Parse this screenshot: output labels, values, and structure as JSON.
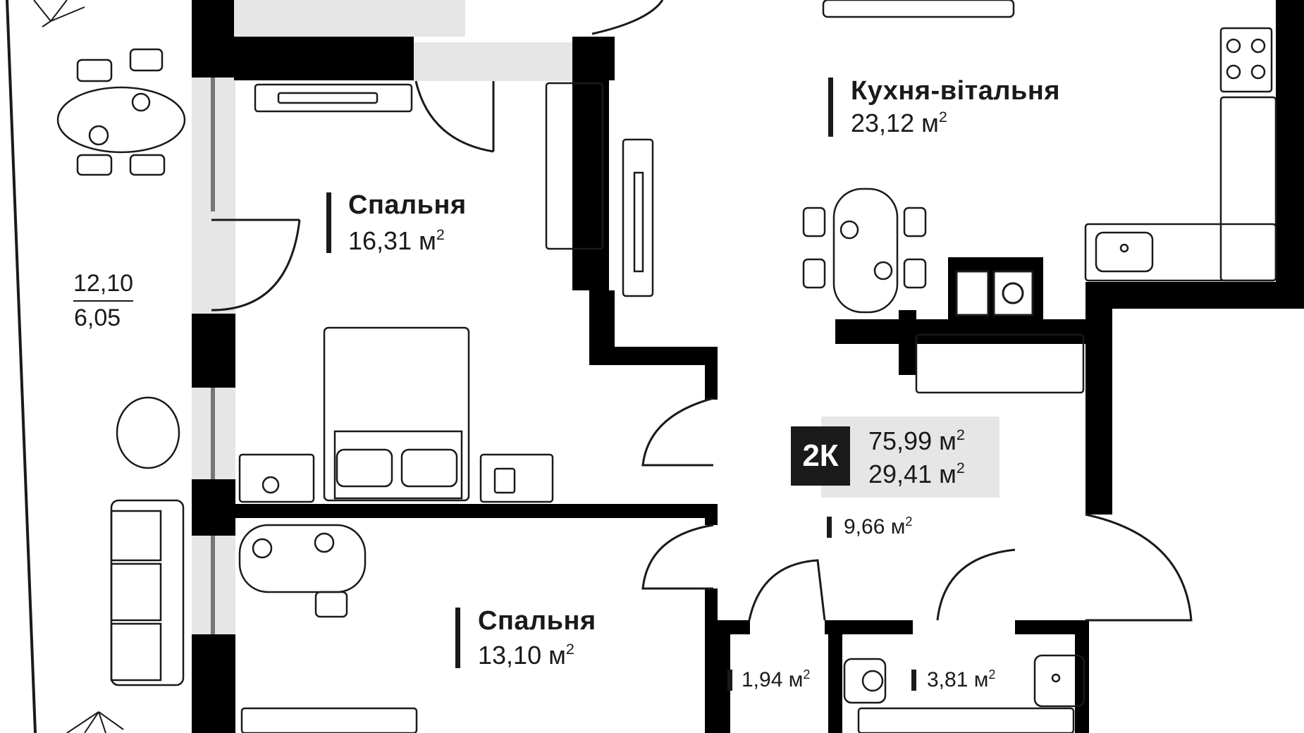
{
  "rooms": {
    "kitchen_living": {
      "name": "Кухня-вітальня",
      "area": "23,12 м",
      "unit_sup": "2"
    },
    "bedroom_1": {
      "name": "Спальня",
      "area": "16,31 м",
      "unit_sup": "2"
    },
    "bedroom_2": {
      "name": "Спальня",
      "area": "13,10 м",
      "unit_sup": "2"
    },
    "hallway": {
      "area": "9,66 м",
      "unit_sup": "2"
    },
    "wc": {
      "area": "1,94 м",
      "unit_sup": "2"
    },
    "bathroom": {
      "area": "3,81 м",
      "unit_sup": "2"
    }
  },
  "summary": {
    "type_badge": "2К",
    "total_area": "75,99 м",
    "living_area": "29,41 м",
    "unit_sup": "2"
  },
  "balcony": {
    "area_full": "12,10",
    "area_half": "6,05"
  },
  "colors": {
    "walls": "#000000",
    "ink": "#1a1a1a",
    "window": "#e6e6e6",
    "badge_bg": "#1a1a1a",
    "summary_bg": "#e6e6e6"
  }
}
